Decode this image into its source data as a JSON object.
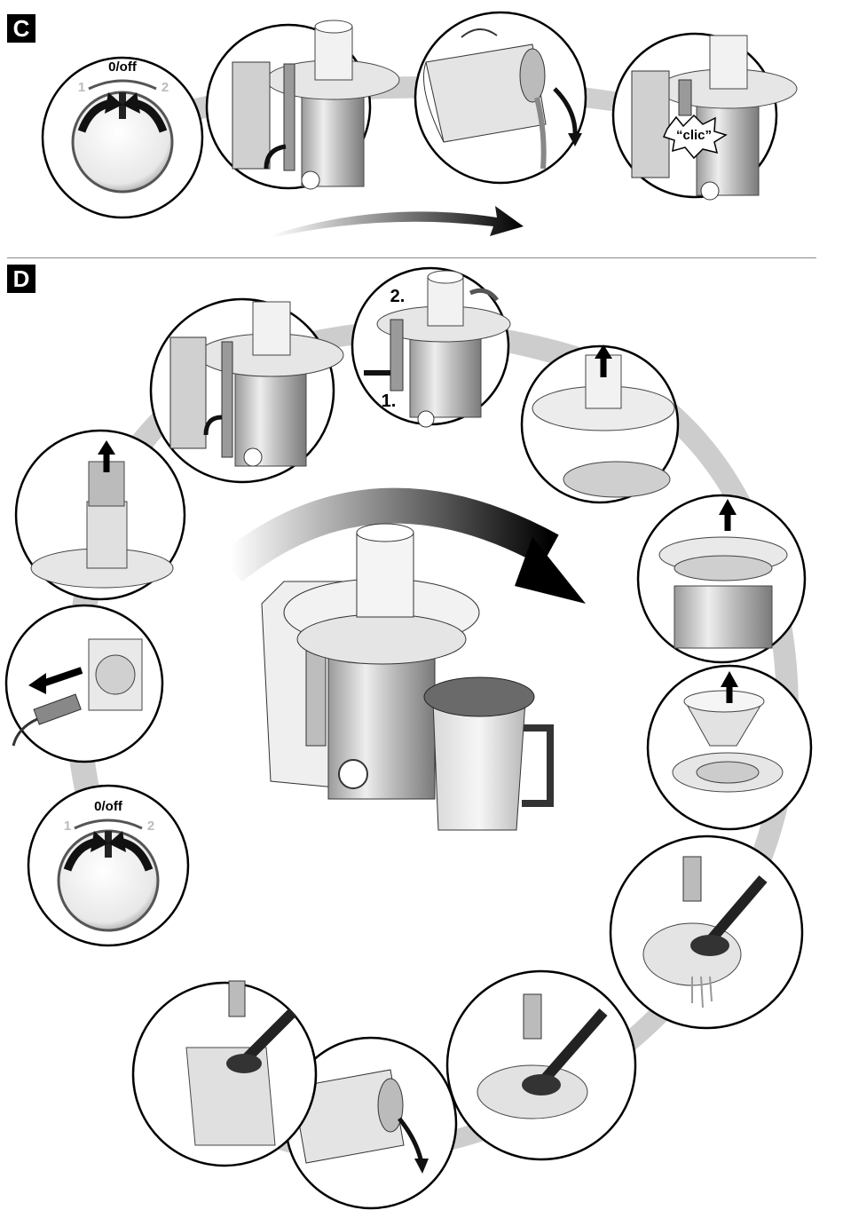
{
  "sections": [
    {
      "id": "C",
      "label": "C"
    },
    {
      "id": "D",
      "label": "D"
    }
  ],
  "dial": {
    "off_label": "0/off",
    "left_label": "1",
    "right_label": "2"
  },
  "steps": {
    "clic_label": "“clic”",
    "step_one": "1.",
    "step_two": "2."
  }
}
